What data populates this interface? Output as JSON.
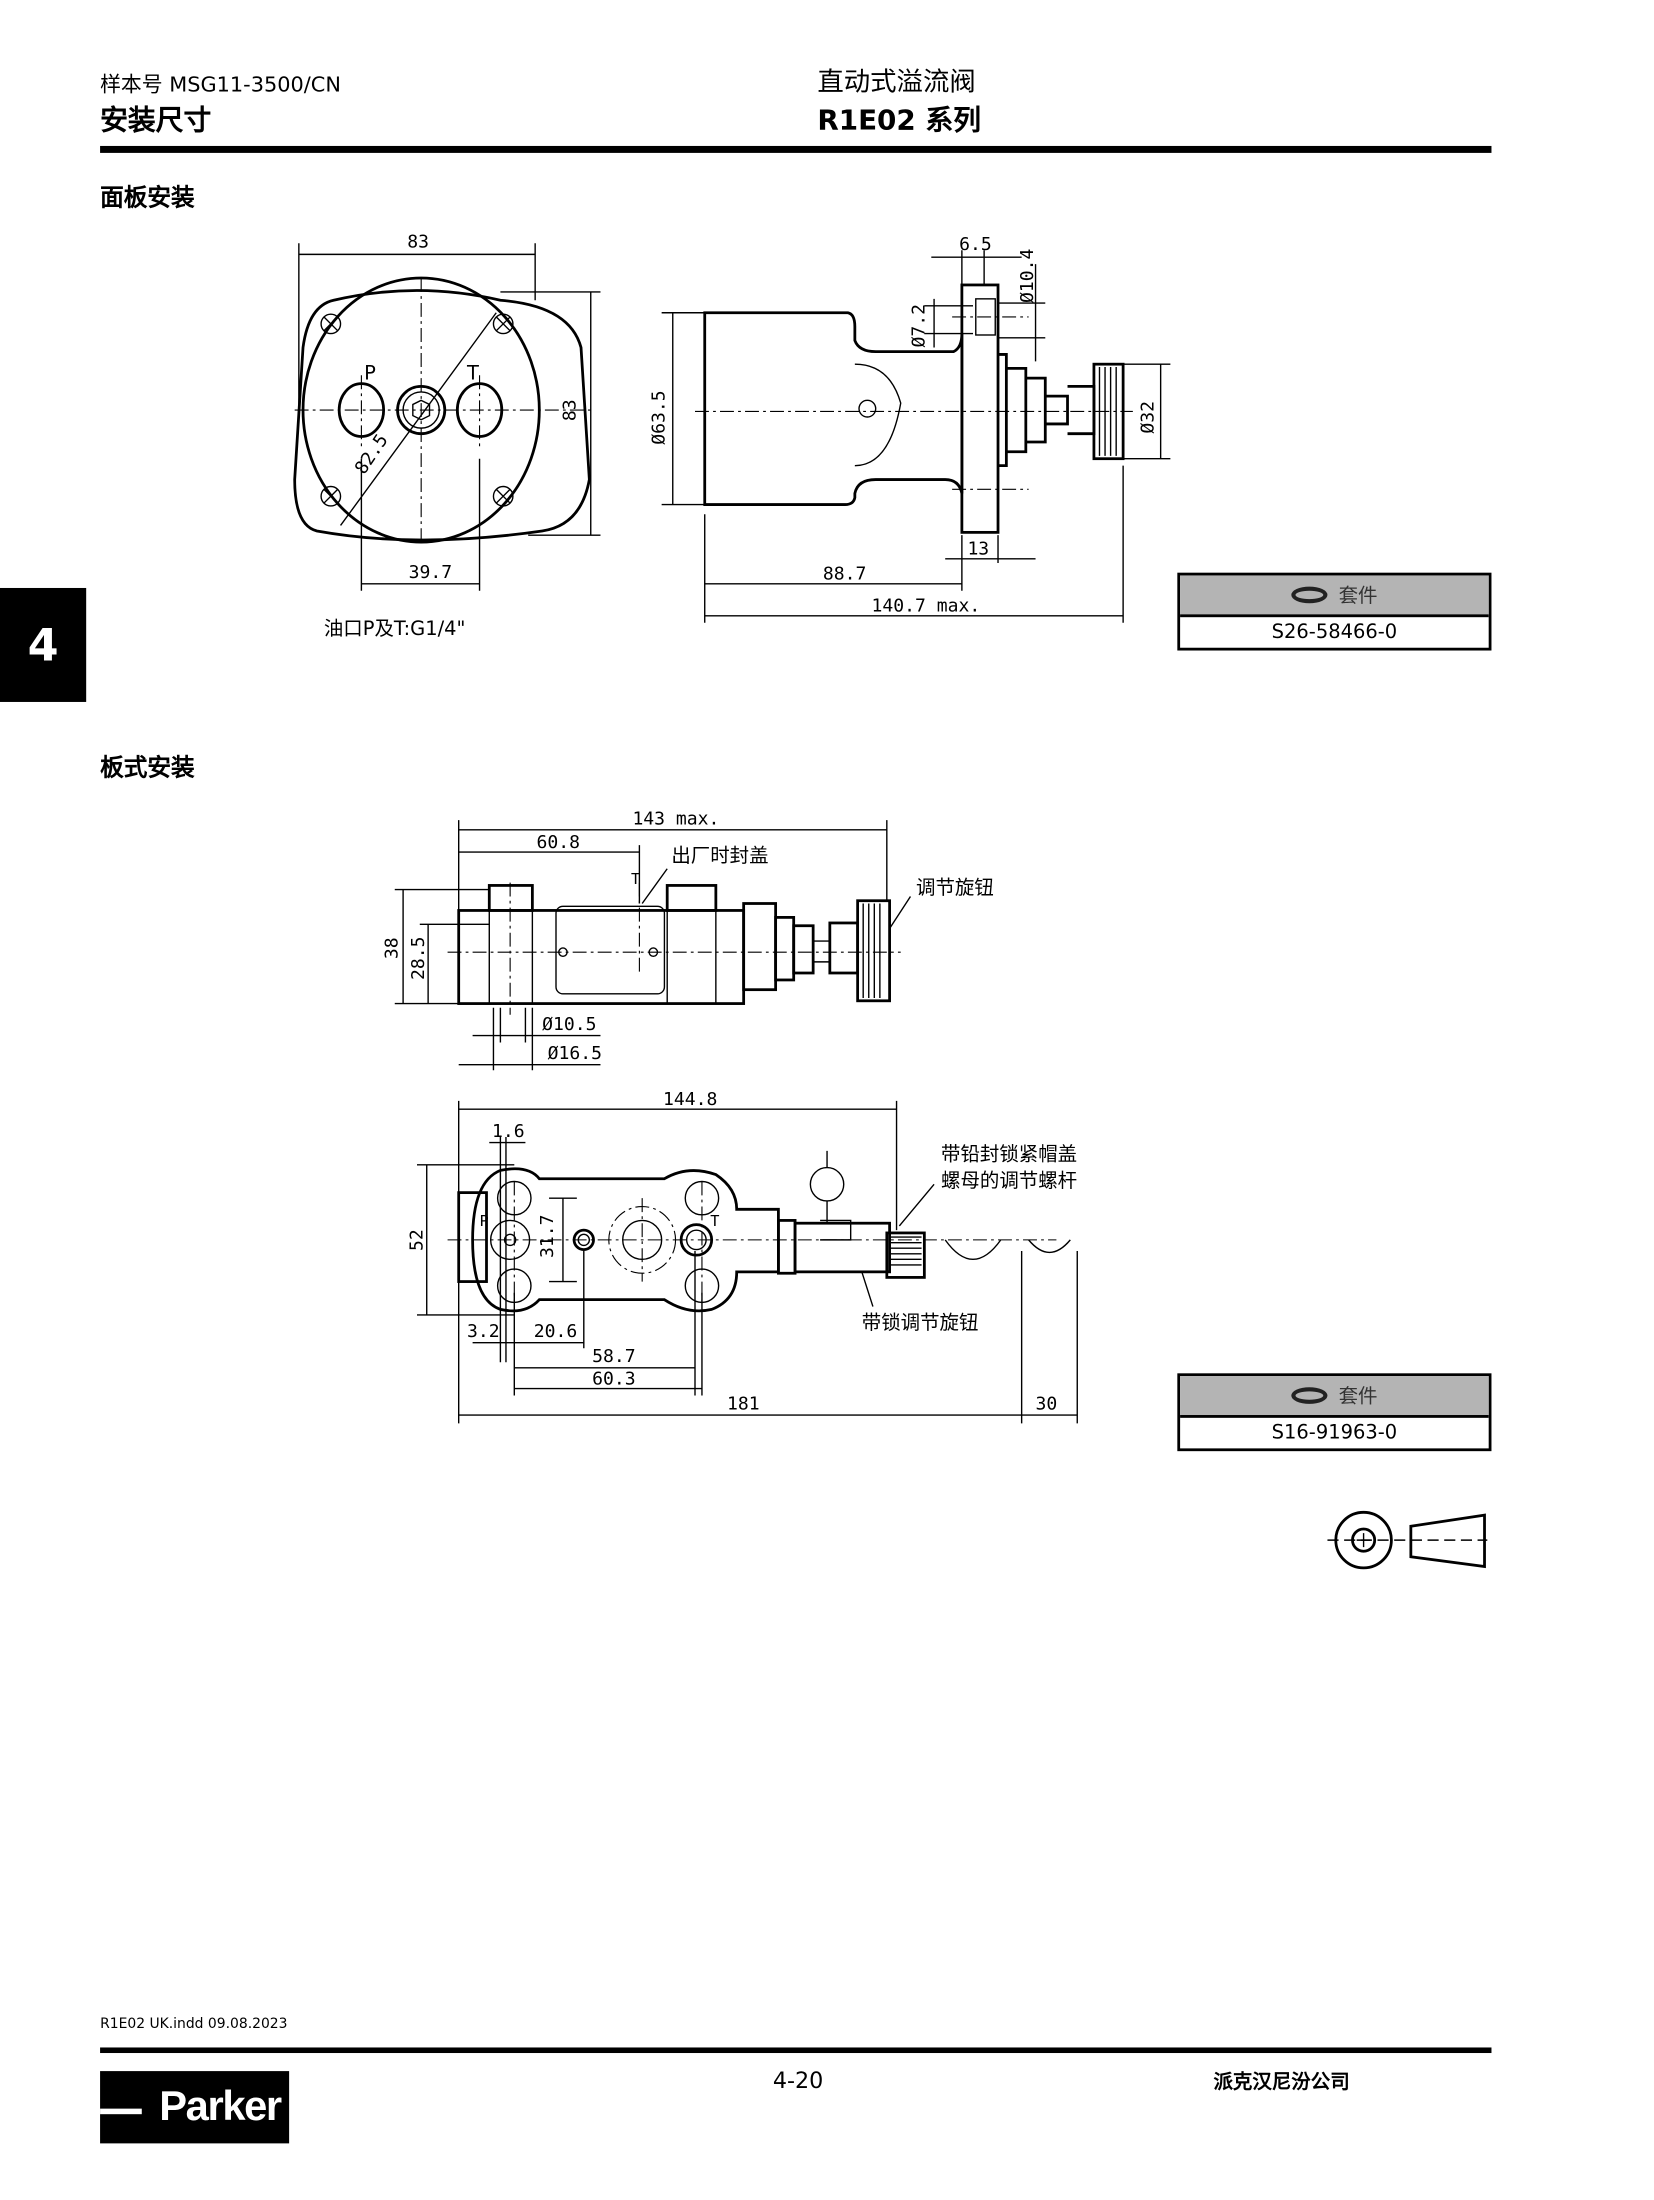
{
  "header": {
    "catalog_no": "样本号 MSG11-3500/CN",
    "left_title": "安装尺寸",
    "product_name": "直动式溢流阀",
    "series": "R1E02 系列"
  },
  "side_tab": "4",
  "panel_mounting": {
    "title": "面板安装",
    "dims": [
      "83",
      "83",
      "39.7",
      "82.5",
      "6.5",
      "Ø10.4",
      "Ø7.2",
      "Ø63.5",
      "Ø32",
      "13",
      "88.7",
      "140.7 max."
    ],
    "port_labels": [
      "P",
      "T"
    ],
    "port_note": "油口P及T:G1/4\"",
    "kit": {
      "label": "套件",
      "part_no": "S26-58466-0"
    }
  },
  "subplate_mounting": {
    "title": "板式安装",
    "dims_top": [
      "143 max.",
      "60.8",
      "38",
      "28.5",
      "Ø10.5",
      "Ø16.5"
    ],
    "dims_bottom": [
      "144.8",
      "1.6",
      "52",
      "31.7",
      "3.2",
      "20.6",
      "58.7",
      "60.3",
      "181",
      "30"
    ],
    "labels": {
      "factory_cover": "出厂时封盖",
      "adjust_knob": "调节旋钮",
      "lead_seal_line1": "带铅封锁紧帽盖",
      "lead_seal_line2": "螺母的调节螺杆",
      "lock_knob": "带锁调节旋钮",
      "t_mark": "T",
      "p_port": "P",
      "t_port": "T"
    },
    "kit": {
      "label": "套件",
      "part_no": "S16-91963-0"
    }
  },
  "footer": {
    "file_info": "R1E02 UK.indd 09.08.2023",
    "page_no": "4-20",
    "company": "派克汉尼汾公司",
    "logo_text": "Parker"
  }
}
